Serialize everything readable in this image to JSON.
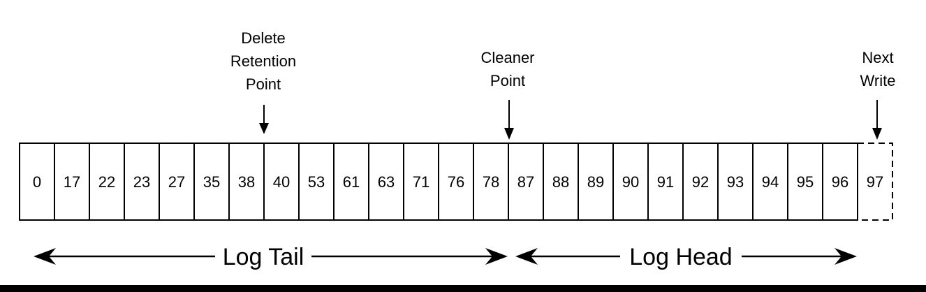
{
  "markers": {
    "delete_retention": [
      "Delete",
      "Retention",
      "Point"
    ],
    "cleaner": [
      "Cleaner",
      "Point"
    ],
    "next_write": [
      "Next",
      "Write"
    ]
  },
  "cells": [
    "0",
    "17",
    "22",
    "23",
    "27",
    "35",
    "38",
    "40",
    "53",
    "61",
    "63",
    "71",
    "76",
    "78",
    "87",
    "88",
    "89",
    "90",
    "91",
    "92",
    "93",
    "94",
    "95",
    "96",
    "97"
  ],
  "pending_cell_index": 24,
  "sections": {
    "log_tail": "Log Tail",
    "log_head": "Log Head"
  },
  "colors": {
    "line": "#000000",
    "background": "#ffffff"
  }
}
